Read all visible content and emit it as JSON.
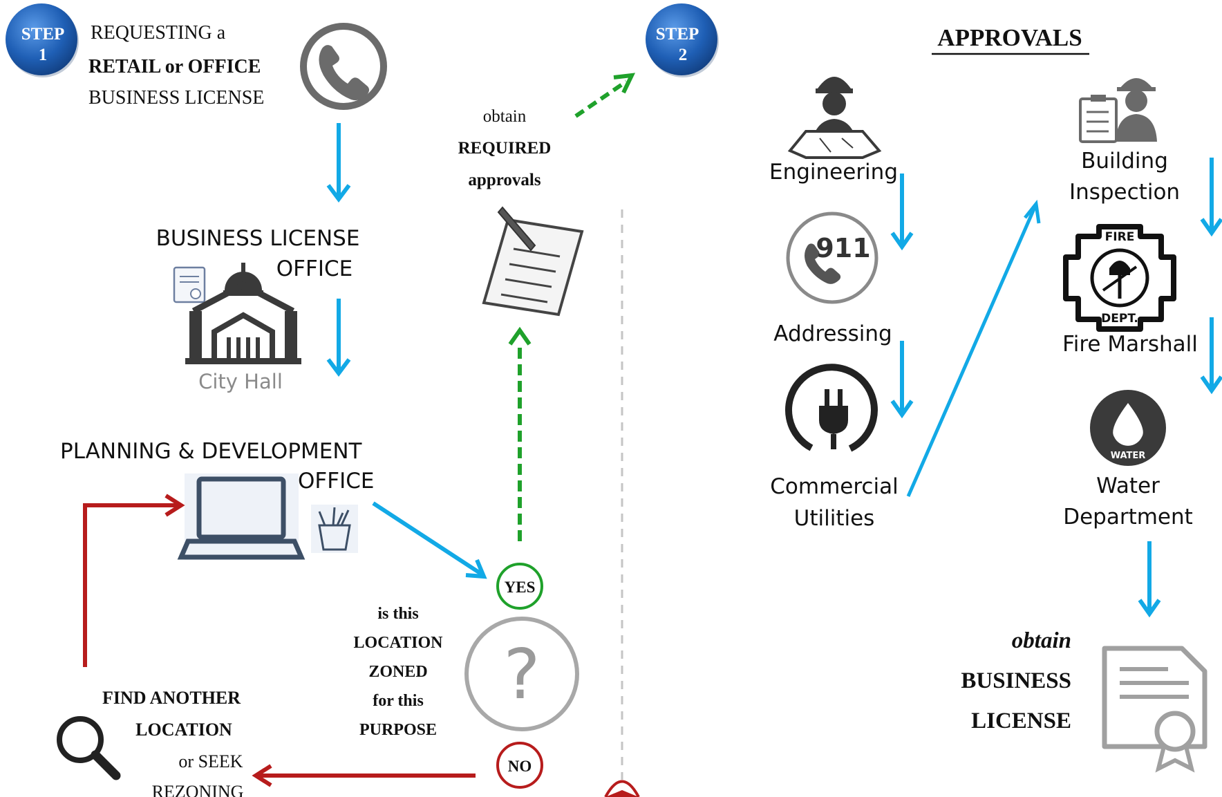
{
  "colors": {
    "blue": "#12a9e6",
    "red": "#b71c1c",
    "green": "#1fa12b",
    "badge": "#1f5fb5",
    "icon_dark": "#3a3a3a",
    "icon_gray": "#9a9a9a"
  },
  "step1": {
    "badge_word": "STEP",
    "badge_number": "1",
    "line1": "REQUESTING a",
    "line2": "RETAIL or  OFFICE",
    "line3": "BUSINESS LICENSE"
  },
  "step2": {
    "badge_word": "STEP",
    "badge_number": "2",
    "obtain": "obtain",
    "required": "REQUIRED",
    "approvals": "approvals"
  },
  "business_license_office": {
    "line1": "BUSINESS LICENSE",
    "line2": "OFFICE",
    "city_hall": "City Hall"
  },
  "planning": {
    "line1": "PLANNING  & DEVELOPMENT",
    "line2": "OFFICE"
  },
  "zoning_question": {
    "lines": [
      "is this",
      "LOCATION",
      "ZONED",
      "for this",
      "PURPOSE"
    ],
    "question_mark": "?",
    "yes": "YES",
    "no": "NO"
  },
  "find_another": {
    "line1": "FIND ANOTHER",
    "line2": "LOCATION",
    "line3": "or  SEEK",
    "line4": "REZONING"
  },
  "approvals": {
    "heading": "APPROVALS",
    "engineering": "Engineering",
    "addressing": "Addressing",
    "addressing_icon_text": "911",
    "utilities_line1": "Commercial",
    "utilities_line2": "Utilities",
    "building_line1": "Building",
    "building_line2": "Inspection",
    "fire_marshall": "Fire Marshall",
    "fire_badge_top": "FIRE",
    "fire_badge_bottom": "DEPT.",
    "water_line1": "Water",
    "water_line2": "Department",
    "water_badge": "WATER"
  },
  "final": {
    "obtain": "obtain",
    "line1": "BUSINESS",
    "line2": "LICENSE"
  },
  "icons": [
    "phone-icon",
    "document-seal-icon",
    "city-hall-icon",
    "laptop-icon",
    "pencil-cup-icon",
    "clipboard-pen-icon",
    "question-icon",
    "magnifier-icon",
    "engineer-icon",
    "phone-911-icon",
    "plug-icon",
    "inspector-icon",
    "fire-dept-icon",
    "water-drop-icon",
    "certificate-icon",
    "warning-icon"
  ]
}
